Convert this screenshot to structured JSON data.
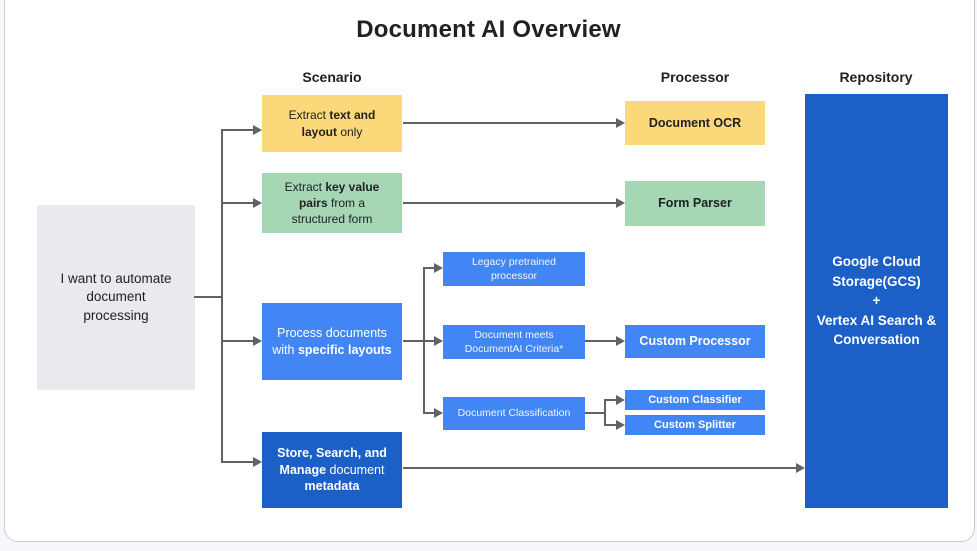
{
  "page": {
    "title": "Document AI Overview"
  },
  "columns": {
    "scenario": "Scenario",
    "processor": "Processor",
    "repository": "Repository"
  },
  "nodes": {
    "intent": {
      "text": "I want to automate\ndocument\nprocessing"
    },
    "extract_text": {
      "rich": [
        {
          "t": "Extract "
        },
        {
          "t": "text and\nlayout",
          "b": true
        },
        {
          "t": " only"
        }
      ]
    },
    "doc_ocr": {
      "text": "Document OCR"
    },
    "extract_kv": {
      "rich": [
        {
          "t": "Extract "
        },
        {
          "t": "key value\npairs",
          "b": true
        },
        {
          "t": " from a\nstructured form"
        }
      ]
    },
    "form_parser": {
      "text": "Form Parser"
    },
    "process_docs": {
      "rich": [
        {
          "t": "Process documents\nwith "
        },
        {
          "t": "specific layouts",
          "b": true
        }
      ]
    },
    "legacy": {
      "text": "Legacy pretrained\nprocessor"
    },
    "doc_meets": {
      "text": "Document meets\nDocumentAI Criteria*"
    },
    "custom_processor": {
      "text": "Custom Processor"
    },
    "doc_class": {
      "text": "Document Classification"
    },
    "custom_classifier": {
      "text": "Custom Classifier"
    },
    "custom_splitter": {
      "text": "Custom Splitter"
    },
    "store_search": {
      "rich": [
        {
          "t": "Store, Search, and\nManage",
          "b": true
        },
        {
          "t": " document\n"
        },
        {
          "t": "metadata",
          "b": true
        }
      ]
    },
    "repository": {
      "text": "Google Cloud\nStorage(GCS)\n+\nVertex AI Search &\nConversation"
    }
  },
  "colors": {
    "yellow": "#FBD87A",
    "green": "#A6D7B4",
    "blue": "#4285F4",
    "dark_blue": "#1B5FC7",
    "gray_box": "#E8EAED",
    "arrow": "#5F6368",
    "text_dark": "#202124"
  }
}
